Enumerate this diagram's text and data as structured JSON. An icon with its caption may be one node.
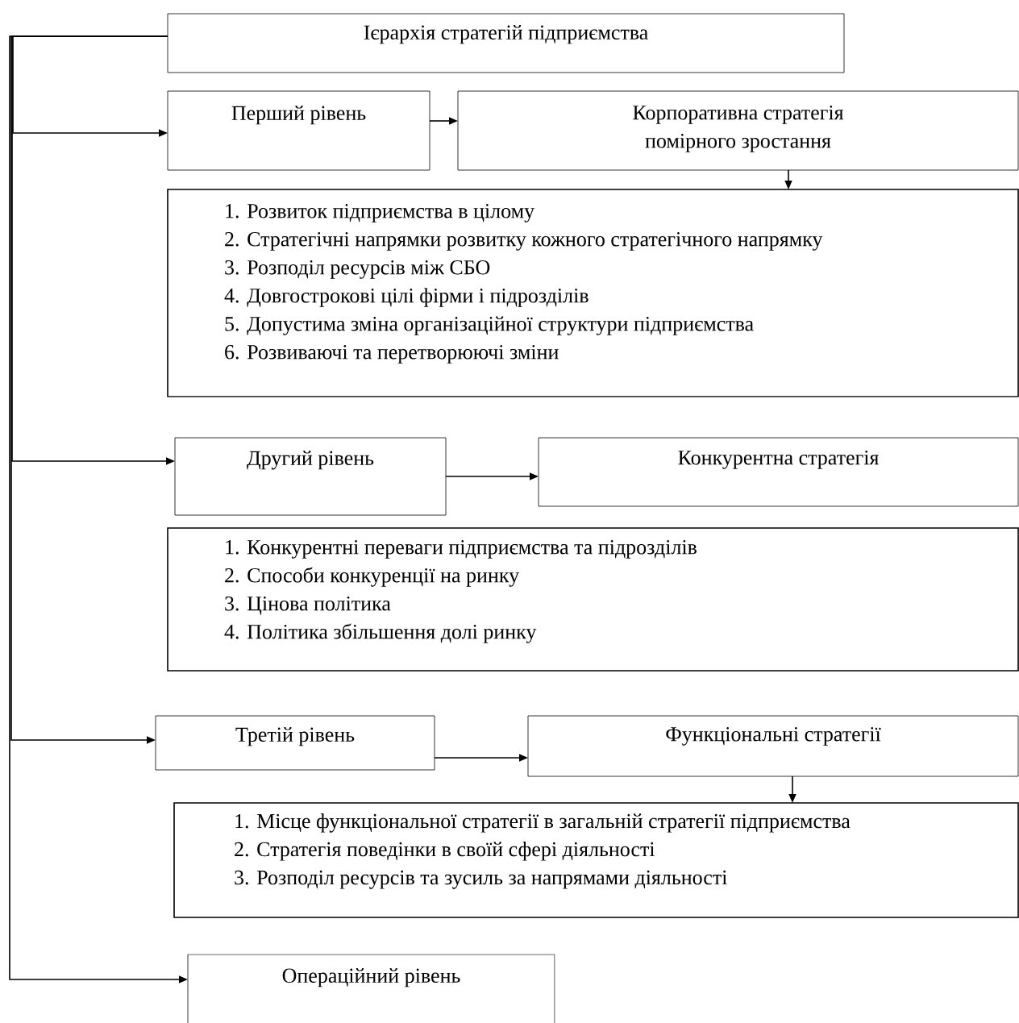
{
  "diagram": {
    "nodes": [
      {
        "text": [
          "Ієрархія стратегій підприємства"
        ]
      },
      {
        "text": [
          "Перший рівень"
        ]
      },
      {
        "text": [
          "Корпоративна стратегія помірного зростання"
        ]
      },
      {
        "text": [
          "1. Розвиток підприємства в цілому",
          "2. Стратегічні напрямки розвитку кожного стратегічного напрямку",
          "3. Розподіл ресурсів між СБО",
          "4. Довгострокові цілі фірми і підрозділів",
          "5. Допустима зміна організаційної структури підприємства",
          "6. Розвиваючі та перетворюючі зміни"
        ]
      },
      {
        "text": [
          "Другий рівень"
        ]
      },
      {
        "text": [
          "Конкурентна стратегія"
        ]
      },
      {
        "text": [
          "1. Конкурентні переваги підприємства та підрозділів",
          "2. Способи конкуренції на ринку",
          "3. Цінова політика",
          "4. Політика збільшення долі ринку"
        ]
      },
      {
        "text": [
          "Третій рівень"
        ]
      },
      {
        "text": [
          "Функціональні стратегії"
        ]
      },
      {
        "text": [
          "1. Місце функціональної стратегії в загальній стратегії підприємства",
          "2. Стратегія поведінки в своїй сфері діяльності",
          "3. Розподіл ресурсів та зусиль за напрямами діяльності"
        ]
      },
      {
        "text": [
          "Операційний рівень"
        ]
      }
    ],
    "edges": [
      {
        "from": 0,
        "to": 1,
        "arrow": "to"
      },
      {
        "from": 0,
        "to": 4,
        "arrow": "to"
      },
      {
        "from": 0,
        "to": 7,
        "arrow": "to"
      },
      {
        "from": 0,
        "to": 10,
        "arrow": "to"
      },
      {
        "from": 1,
        "to": 2,
        "arrow": "to"
      },
      {
        "from": 2,
        "to": 3,
        "arrow": "to"
      },
      {
        "from": 4,
        "to": 5,
        "arrow": "to"
      },
      {
        "from": 7,
        "to": 8,
        "arrow": "to"
      },
      {
        "from": 8,
        "to": 9,
        "arrow": "to"
      }
    ]
  }
}
